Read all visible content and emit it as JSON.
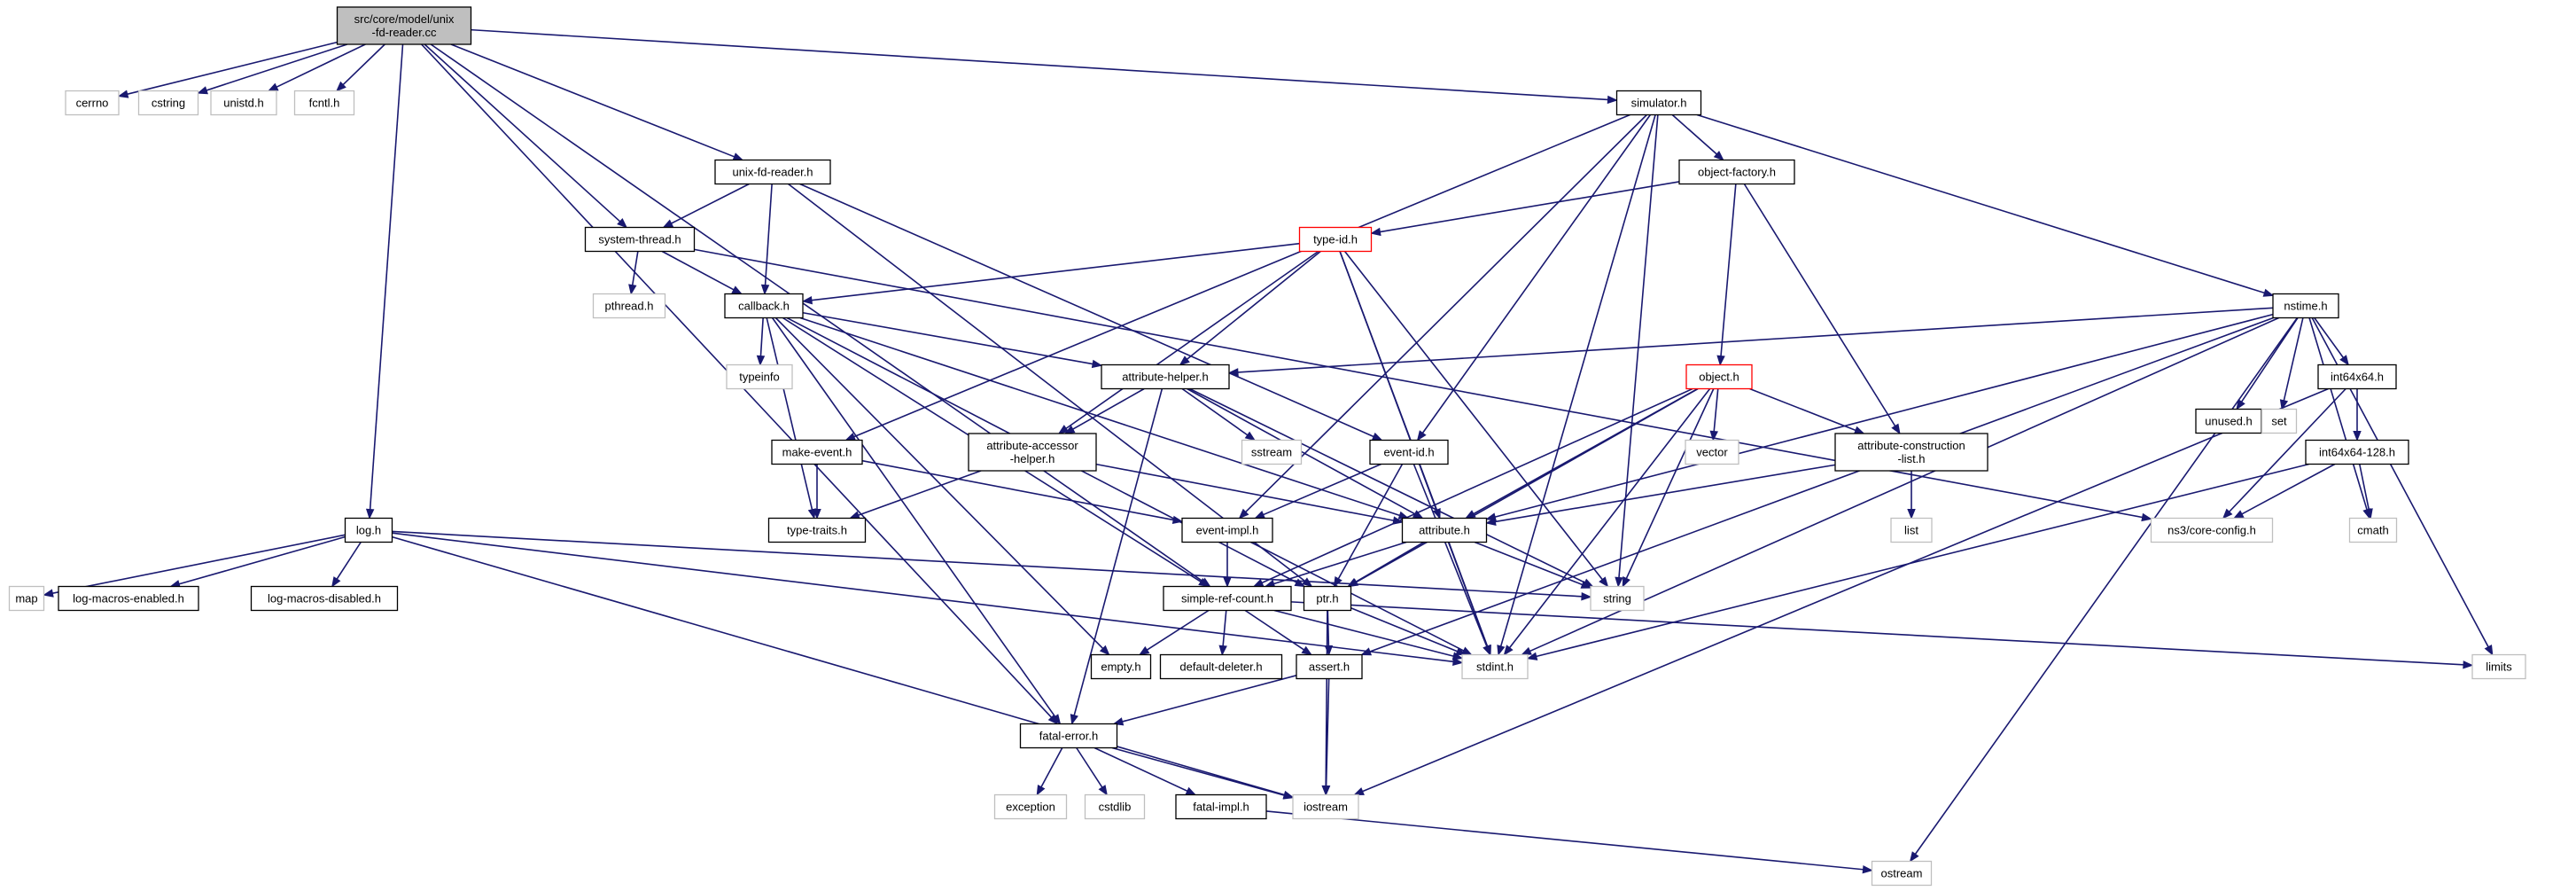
{
  "colors": {
    "edge": "#191970",
    "root_fill": "#bfbfbf",
    "box_border": "#000000",
    "highlight_border": "#ff0000",
    "external_border": "#bfbfbf",
    "text": "#000000"
  },
  "nodes": [
    {
      "id": "root",
      "lines": [
        "src/core/model/unix",
        "-fd-reader.cc"
      ],
      "kind": "root"
    },
    {
      "id": "cerrno",
      "lines": [
        "cerrno"
      ],
      "kind": "external"
    },
    {
      "id": "cstring",
      "lines": [
        "cstring"
      ],
      "kind": "external"
    },
    {
      "id": "unistd",
      "lines": [
        "unistd.h"
      ],
      "kind": "external"
    },
    {
      "id": "fcntl",
      "lines": [
        "fcntl.h"
      ],
      "kind": "external"
    },
    {
      "id": "simulator",
      "lines": [
        "simulator.h"
      ],
      "kind": "normal"
    },
    {
      "id": "unixfd",
      "lines": [
        "unix-fd-reader.h"
      ],
      "kind": "normal"
    },
    {
      "id": "objfactory",
      "lines": [
        "object-factory.h"
      ],
      "kind": "normal"
    },
    {
      "id": "typeid",
      "lines": [
        "type-id.h"
      ],
      "kind": "highlight"
    },
    {
      "id": "systhread",
      "lines": [
        "system-thread.h"
      ],
      "kind": "normal"
    },
    {
      "id": "pthread",
      "lines": [
        "pthread.h"
      ],
      "kind": "external"
    },
    {
      "id": "callback",
      "lines": [
        "callback.h"
      ],
      "kind": "normal"
    },
    {
      "id": "nstime",
      "lines": [
        "nstime.h"
      ],
      "kind": "normal"
    },
    {
      "id": "typeinfo",
      "lines": [
        "typeinfo"
      ],
      "kind": "external"
    },
    {
      "id": "attrhelper",
      "lines": [
        "attribute-helper.h"
      ],
      "kind": "normal"
    },
    {
      "id": "object",
      "lines": [
        "object.h"
      ],
      "kind": "highlight"
    },
    {
      "id": "unused",
      "lines": [
        "unused.h"
      ],
      "kind": "normal"
    },
    {
      "id": "set",
      "lines": [
        "set"
      ],
      "kind": "external"
    },
    {
      "id": "int64",
      "lines": [
        "int64x64.h"
      ],
      "kind": "normal"
    },
    {
      "id": "makeevent",
      "lines": [
        "make-event.h"
      ],
      "kind": "normal"
    },
    {
      "id": "attracc",
      "lines": [
        "attribute-accessor",
        "-helper.h"
      ],
      "kind": "normal"
    },
    {
      "id": "sstream",
      "lines": [
        "sstream"
      ],
      "kind": "external"
    },
    {
      "id": "eventid",
      "lines": [
        "event-id.h"
      ],
      "kind": "normal"
    },
    {
      "id": "vector",
      "lines": [
        "vector"
      ],
      "kind": "external"
    },
    {
      "id": "attrcons",
      "lines": [
        "attribute-construction",
        "-list.h"
      ],
      "kind": "normal"
    },
    {
      "id": "int128",
      "lines": [
        "int64x64-128.h"
      ],
      "kind": "normal"
    },
    {
      "id": "typetraits",
      "lines": [
        "type-traits.h"
      ],
      "kind": "normal"
    },
    {
      "id": "eventimpl",
      "lines": [
        "event-impl.h"
      ],
      "kind": "normal"
    },
    {
      "id": "attribute",
      "lines": [
        "attribute.h"
      ],
      "kind": "normal"
    },
    {
      "id": "list",
      "lines": [
        "list"
      ],
      "kind": "external"
    },
    {
      "id": "coreconfig",
      "lines": [
        "ns3/core-config.h"
      ],
      "kind": "external"
    },
    {
      "id": "cmath",
      "lines": [
        "cmath"
      ],
      "kind": "external"
    },
    {
      "id": "log",
      "lines": [
        "log.h"
      ],
      "kind": "normal"
    },
    {
      "id": "map",
      "lines": [
        "map"
      ],
      "kind": "external"
    },
    {
      "id": "logen",
      "lines": [
        "log-macros-enabled.h"
      ],
      "kind": "normal"
    },
    {
      "id": "logdis",
      "lines": [
        "log-macros-disabled.h"
      ],
      "kind": "normal"
    },
    {
      "id": "simplerc",
      "lines": [
        "simple-ref-count.h"
      ],
      "kind": "normal"
    },
    {
      "id": "ptr",
      "lines": [
        "ptr.h"
      ],
      "kind": "normal"
    },
    {
      "id": "string",
      "lines": [
        "string"
      ],
      "kind": "external"
    },
    {
      "id": "empty",
      "lines": [
        "empty.h"
      ],
      "kind": "normal"
    },
    {
      "id": "defdel",
      "lines": [
        "default-deleter.h"
      ],
      "kind": "normal"
    },
    {
      "id": "assert",
      "lines": [
        "assert.h"
      ],
      "kind": "normal"
    },
    {
      "id": "stdint",
      "lines": [
        "stdint.h"
      ],
      "kind": "external"
    },
    {
      "id": "limits",
      "lines": [
        "limits"
      ],
      "kind": "external"
    },
    {
      "id": "fatalerror",
      "lines": [
        "fatal-error.h"
      ],
      "kind": "normal"
    },
    {
      "id": "exception",
      "lines": [
        "exception"
      ],
      "kind": "external"
    },
    {
      "id": "cstdlib",
      "lines": [
        "cstdlib"
      ],
      "kind": "external"
    },
    {
      "id": "fatalimpl",
      "lines": [
        "fatal-impl.h"
      ],
      "kind": "normal"
    },
    {
      "id": "iostream",
      "lines": [
        "iostream"
      ],
      "kind": "external"
    },
    {
      "id": "ostream",
      "lines": [
        "ostream"
      ],
      "kind": "external"
    }
  ],
  "edges": [
    [
      "root",
      "cerrno"
    ],
    [
      "root",
      "cstring"
    ],
    [
      "root",
      "unistd"
    ],
    [
      "root",
      "fcntl"
    ],
    [
      "root",
      "simulator"
    ],
    [
      "root",
      "unixfd"
    ],
    [
      "root",
      "systhread"
    ],
    [
      "root",
      "log"
    ],
    [
      "root",
      "simplerc"
    ],
    [
      "root",
      "fatalerror"
    ],
    [
      "simulator",
      "objfactory"
    ],
    [
      "simulator",
      "nstime"
    ],
    [
      "simulator",
      "makeevent"
    ],
    [
      "simulator",
      "eventid"
    ],
    [
      "simulator",
      "eventimpl"
    ],
    [
      "simulator",
      "string"
    ],
    [
      "simulator",
      "stdint"
    ],
    [
      "unixfd",
      "systhread"
    ],
    [
      "unixfd",
      "callback"
    ],
    [
      "unixfd",
      "ptr"
    ],
    [
      "unixfd",
      "eventid"
    ],
    [
      "objfactory",
      "typeid"
    ],
    [
      "objfactory",
      "object"
    ],
    [
      "objfactory",
      "attrcons"
    ],
    [
      "systhread",
      "pthread"
    ],
    [
      "systhread",
      "callback"
    ],
    [
      "systhread",
      "coreconfig"
    ],
    [
      "typeid",
      "callback"
    ],
    [
      "typeid",
      "attrhelper"
    ],
    [
      "typeid",
      "attracc"
    ],
    [
      "typeid",
      "attribute"
    ],
    [
      "typeid",
      "string"
    ],
    [
      "typeid",
      "stdint"
    ],
    [
      "callback",
      "typeinfo"
    ],
    [
      "callback",
      "attrhelper"
    ],
    [
      "callback",
      "typetraits"
    ],
    [
      "callback",
      "ptr"
    ],
    [
      "callback",
      "simplerc"
    ],
    [
      "callback",
      "empty"
    ],
    [
      "callback",
      "fatalerror"
    ],
    [
      "callback",
      "attribute"
    ],
    [
      "nstime",
      "attrhelper"
    ],
    [
      "nstime",
      "unused"
    ],
    [
      "nstime",
      "set"
    ],
    [
      "nstime",
      "int64"
    ],
    [
      "nstime",
      "cmath"
    ],
    [
      "nstime",
      "limits"
    ],
    [
      "nstime",
      "ostream"
    ],
    [
      "nstime",
      "stdint"
    ],
    [
      "nstime",
      "assert"
    ],
    [
      "nstime",
      "attribute"
    ],
    [
      "attrhelper",
      "attracc"
    ],
    [
      "attrhelper",
      "sstream"
    ],
    [
      "attrhelper",
      "attribute"
    ],
    [
      "attrhelper",
      "fatalerror"
    ],
    [
      "attrhelper",
      "string"
    ],
    [
      "object",
      "vector"
    ],
    [
      "object",
      "attrcons"
    ],
    [
      "object",
      "attribute"
    ],
    [
      "object",
      "ptr"
    ],
    [
      "object",
      "simplerc"
    ],
    [
      "object",
      "string"
    ],
    [
      "object",
      "stdint"
    ],
    [
      "int64",
      "int128"
    ],
    [
      "int64",
      "coreconfig"
    ],
    [
      "int64",
      "iostream"
    ],
    [
      "makeevent",
      "typetraits"
    ],
    [
      "makeevent",
      "eventimpl"
    ],
    [
      "attracc",
      "typetraits"
    ],
    [
      "attracc",
      "attribute"
    ],
    [
      "eventid",
      "eventimpl"
    ],
    [
      "eventid",
      "ptr"
    ],
    [
      "eventid",
      "stdint"
    ],
    [
      "attrcons",
      "list"
    ],
    [
      "attrcons",
      "attribute"
    ],
    [
      "int128",
      "coreconfig"
    ],
    [
      "int128",
      "cmath"
    ],
    [
      "int128",
      "stdint"
    ],
    [
      "eventimpl",
      "simplerc"
    ],
    [
      "eventimpl",
      "stdint"
    ],
    [
      "attribute",
      "ptr"
    ],
    [
      "attribute",
      "simplerc"
    ],
    [
      "attribute",
      "string"
    ],
    [
      "attribute",
      "stdint"
    ],
    [
      "log",
      "map"
    ],
    [
      "log",
      "logen"
    ],
    [
      "log",
      "logdis"
    ],
    [
      "log",
      "string"
    ],
    [
      "log",
      "iostream"
    ],
    [
      "log",
      "stdint"
    ],
    [
      "simplerc",
      "empty"
    ],
    [
      "simplerc",
      "defdel"
    ],
    [
      "simplerc",
      "assert"
    ],
    [
      "simplerc",
      "stdint"
    ],
    [
      "simplerc",
      "limits"
    ],
    [
      "ptr",
      "assert"
    ],
    [
      "ptr",
      "stdint"
    ],
    [
      "ptr",
      "iostream"
    ],
    [
      "assert",
      "fatalerror"
    ],
    [
      "assert",
      "iostream"
    ],
    [
      "fatalerror",
      "exception"
    ],
    [
      "fatalerror",
      "cstdlib"
    ],
    [
      "fatalerror",
      "fatalimpl"
    ],
    [
      "fatalerror",
      "iostream"
    ],
    [
      "fatalimpl",
      "ostream"
    ]
  ]
}
